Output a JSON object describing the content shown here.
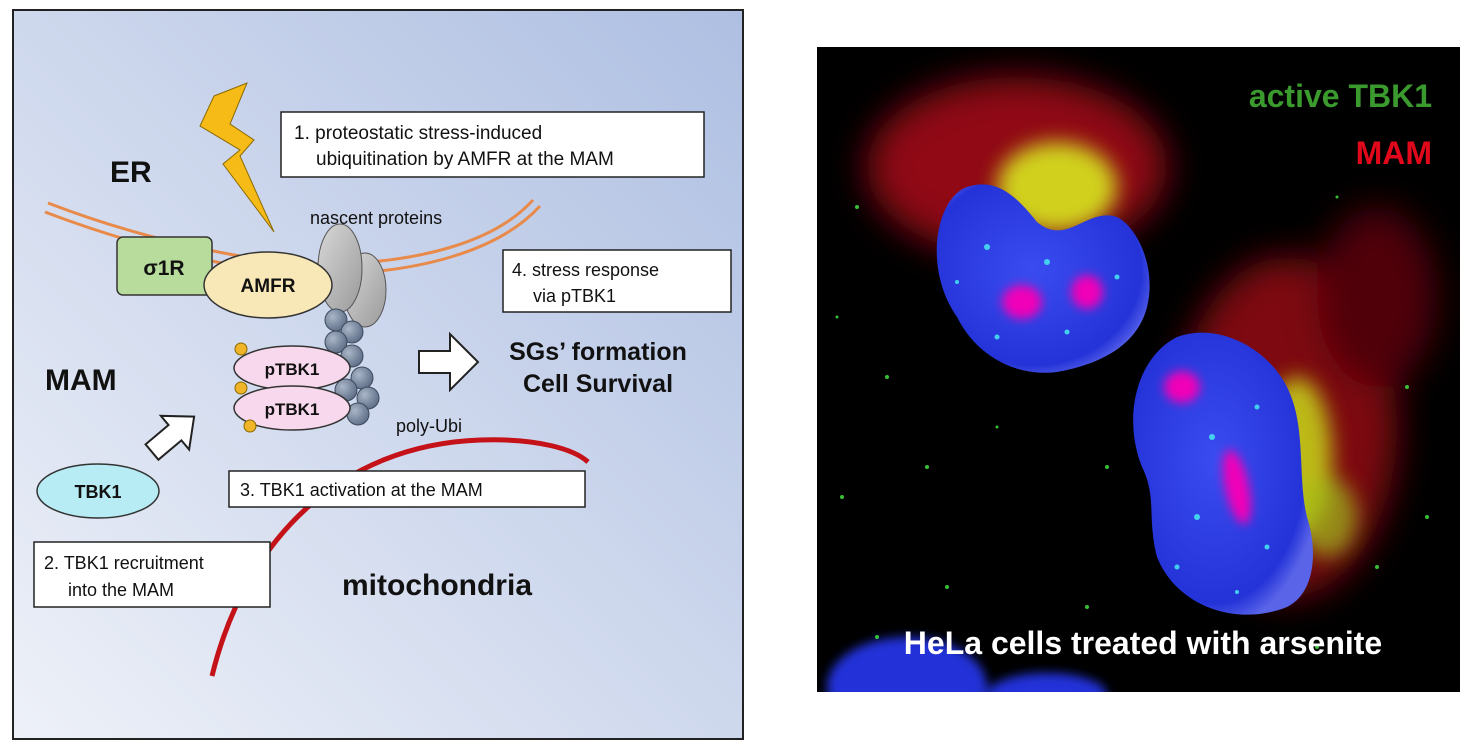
{
  "diagram": {
    "labels": {
      "er": "ER",
      "mam": "MAM",
      "mitochondria": "mitochondria",
      "nascent": "nascent proteins",
      "polyubi": "poly-Ubi",
      "sg1": "SGs’ formation",
      "sg2": "Cell Survival"
    },
    "nodes": {
      "sigma1r": "σ1R",
      "amfr": "AMFR",
      "ptbk1_top": "pTBK1",
      "ptbk1_bottom": "pTBK1",
      "tbk1": "TBK1"
    },
    "steps": {
      "s1_line1": "1. proteostatic stress-induced",
      "s1_line2": "ubiquitination by AMFR at the MAM",
      "s2_line1": "2. TBK1 recruitment",
      "s2_line2": "into the MAM",
      "s3": "3. TBK1 activation at the MAM",
      "s4_line1": "4. stress response",
      "s4_line2": "via pTBK1"
    },
    "colors": {
      "panel_bg_top": "#aebfe2",
      "panel_bg_bottom": "#eef1f8",
      "er_membrane": "#e88a4a",
      "mito_membrane": "#c41218",
      "sigma1r_fill": "#b8dc9c",
      "amfr_fill": "#f8e8b8",
      "ptbk1_fill": "#f8d8ec",
      "tbk1_fill": "#b8ecf4",
      "ubiquitin": "#7f8fa6",
      "phospho": "#f0b428",
      "lightning": "#f7bb18"
    }
  },
  "micrograph": {
    "legend_green": "active TBK1",
    "legend_red": "MAM",
    "caption": "HeLa cells treated with arsenite",
    "colors": {
      "green": "#3a9a2e",
      "red": "#e0081a",
      "caption": "#ffffff",
      "nucleus": "#2a3ce8",
      "nucleolus": "#f000b8"
    }
  }
}
